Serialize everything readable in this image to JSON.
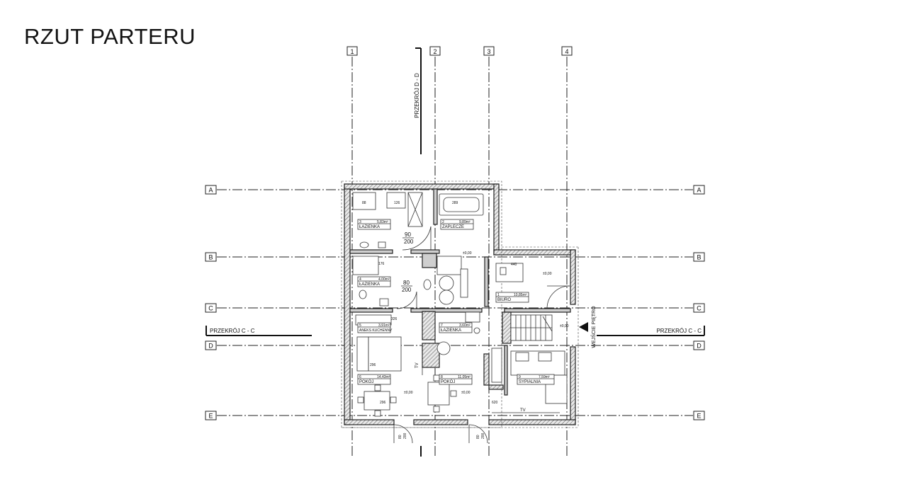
{
  "title": "RZUT PARTERU",
  "axes": {
    "vertical": [
      "1",
      "2",
      "3",
      "4"
    ],
    "horizontal": [
      "A",
      "B",
      "C",
      "D",
      "E"
    ]
  },
  "sections": {
    "cc_left": "PRZEKRÓJ  C - C",
    "cc_right": "PRZEKRÓJ  C - C",
    "dd": "PRZEKRÓJ  D - D"
  },
  "entrance": "WEJŚCIE PIĘTRO",
  "rooms": [
    {
      "no": "3",
      "area": "5,83m²",
      "name": "ŁAZIENKA"
    },
    {
      "no": "2",
      "area": "9,89m²",
      "name": "ZAPLECZE"
    },
    {
      "no": "4",
      "area": "4,00m²",
      "name": "ŁAZIENKA"
    },
    {
      "no": "1",
      "area": "10,85m²",
      "name": "BIURO"
    },
    {
      "no": "5",
      "area": "3,91m²",
      "name": "ANEKS KUCHENNY"
    },
    {
      "no": "7",
      "area": "3,60m²",
      "name": "ŁAZIENKA"
    },
    {
      "no": "6",
      "area": "14,43m²",
      "name": "POKÓJ"
    },
    {
      "no": "8",
      "area": "11,05m²",
      "name": "POKÓJ"
    },
    {
      "no": "9",
      "area": "7,59m²",
      "name": "SYPIALNIA"
    }
  ],
  "door_marks": [
    {
      "w": "90",
      "h": "200"
    },
    {
      "w": "80",
      "h": "200"
    },
    {
      "w": "80",
      "h": "200"
    },
    {
      "w": "80",
      "h": "200"
    }
  ],
  "levels": [
    "±0,00",
    "±0,00",
    "±0,00",
    "±0,00",
    "±0,00"
  ],
  "misc": {
    "tv1": "TV",
    "tv2": "TV",
    "dim_a": "126",
    "dim_b": "289",
    "dim_c": "440",
    "dim_d": "296",
    "dim_e": "296",
    "dim_f": "620",
    "dim_g": "176",
    "dim_h": "326",
    "dim_i": "88"
  }
}
